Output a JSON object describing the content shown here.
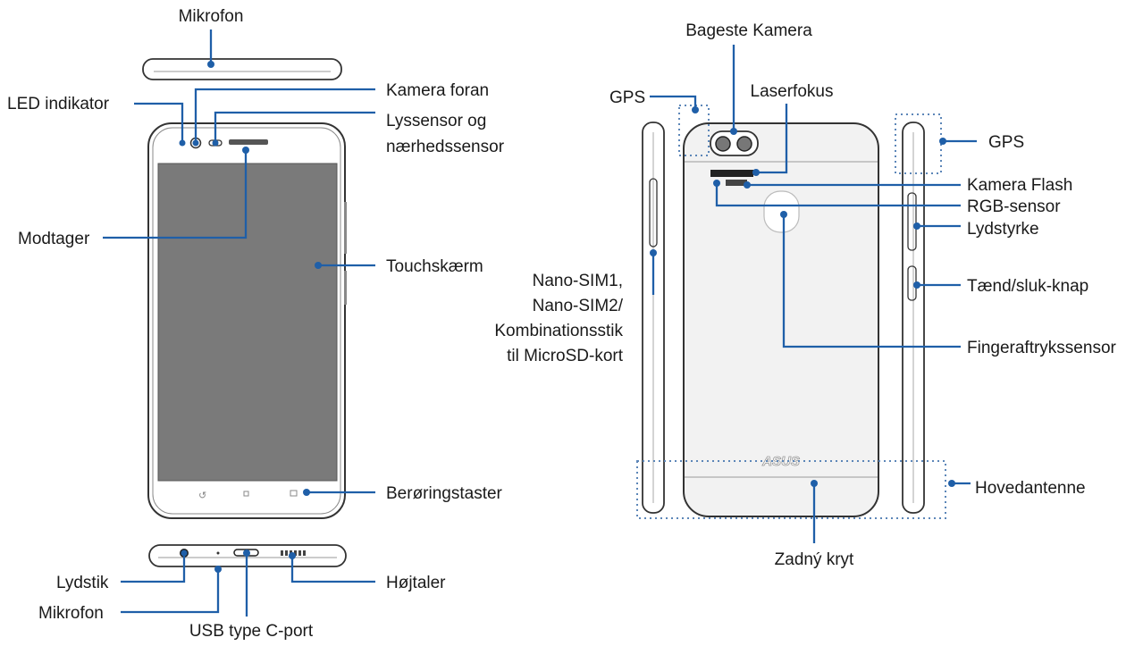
{
  "colors": {
    "leader": "#1f5fa8",
    "outline": "#333333",
    "screen": "#7a7a7a",
    "body_fill": "#ffffff",
    "back_fill": "#f2f2f2",
    "dotted": "#5c86b8"
  },
  "brand_logo": "ASUS",
  "labels": {
    "mic_top": "Mikrofon",
    "led": "LED indikator",
    "front_camera": "Kamera foran",
    "light_sensor_1": "Lyssensor og",
    "light_sensor_2": "nærhedssensor",
    "receiver": "Modtager",
    "touchscreen": "Touchskærm",
    "touch_keys": "Berøringstaster",
    "audio_jack": "Lydstik",
    "mic_bottom": "Mikrofon",
    "usb_port": "USB type C-port",
    "speaker": "Højtaler",
    "rear_camera": "Bageste Kamera",
    "laser_focus": "Laserfokus",
    "gps_left": "GPS",
    "gps_right": "GPS",
    "camera_flash": "Kamera Flash",
    "rgb_sensor": "RGB-sensor",
    "volume": "Lydstyrke",
    "power_key": "Tænd/sluk-knap",
    "sim_1": "Nano-SIM1,",
    "sim_2": "Nano-SIM2/",
    "sim_3": "Kombinationsstik",
    "sim_4": "til MicroSD-kort",
    "fingerprint": "Fingeraftrykssensor",
    "main_antenna": "Hovedantenne",
    "back_cover": "Zadný kryt"
  }
}
